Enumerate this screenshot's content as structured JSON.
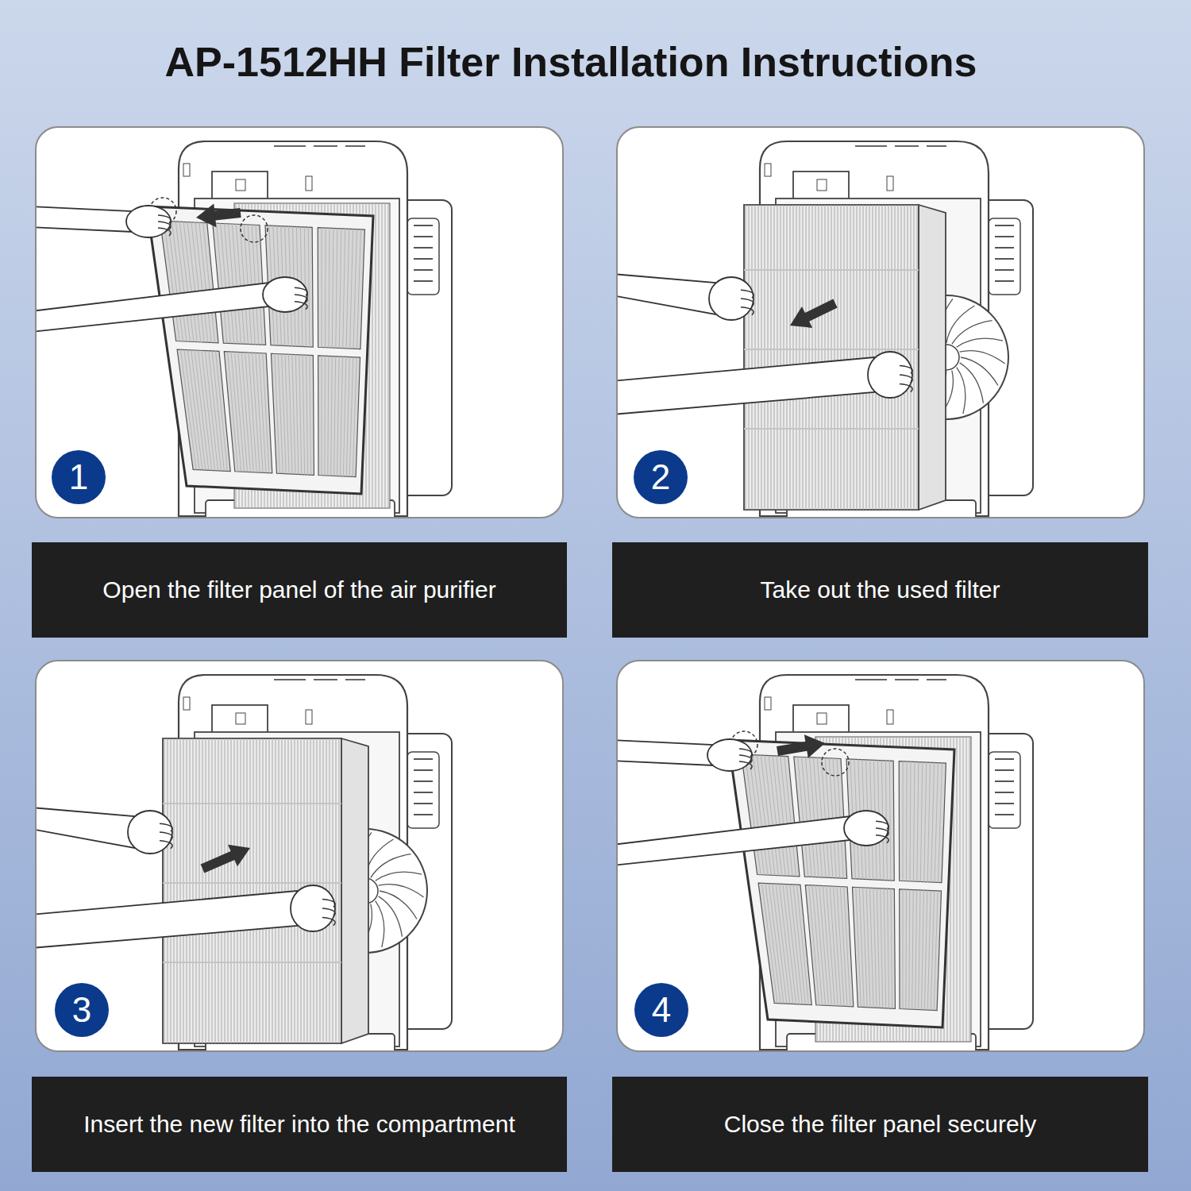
{
  "diagram": {
    "title": "AP-1512HH Filter Installation Instructions",
    "nodes": [
      {
        "text": [
          "1"
        ]
      },
      {
        "text": [
          "2"
        ]
      },
      {
        "text": [
          "Open the filter panel of the air purifier"
        ]
      },
      {
        "text": [
          "Take out the used filter"
        ]
      },
      {
        "text": [
          "3"
        ]
      },
      {
        "text": [
          "4"
        ]
      },
      {
        "text": [
          "Insert the new filter into the compartment"
        ]
      },
      {
        "text": [
          "Close the filter panel securely"
        ]
      }
    ]
  }
}
